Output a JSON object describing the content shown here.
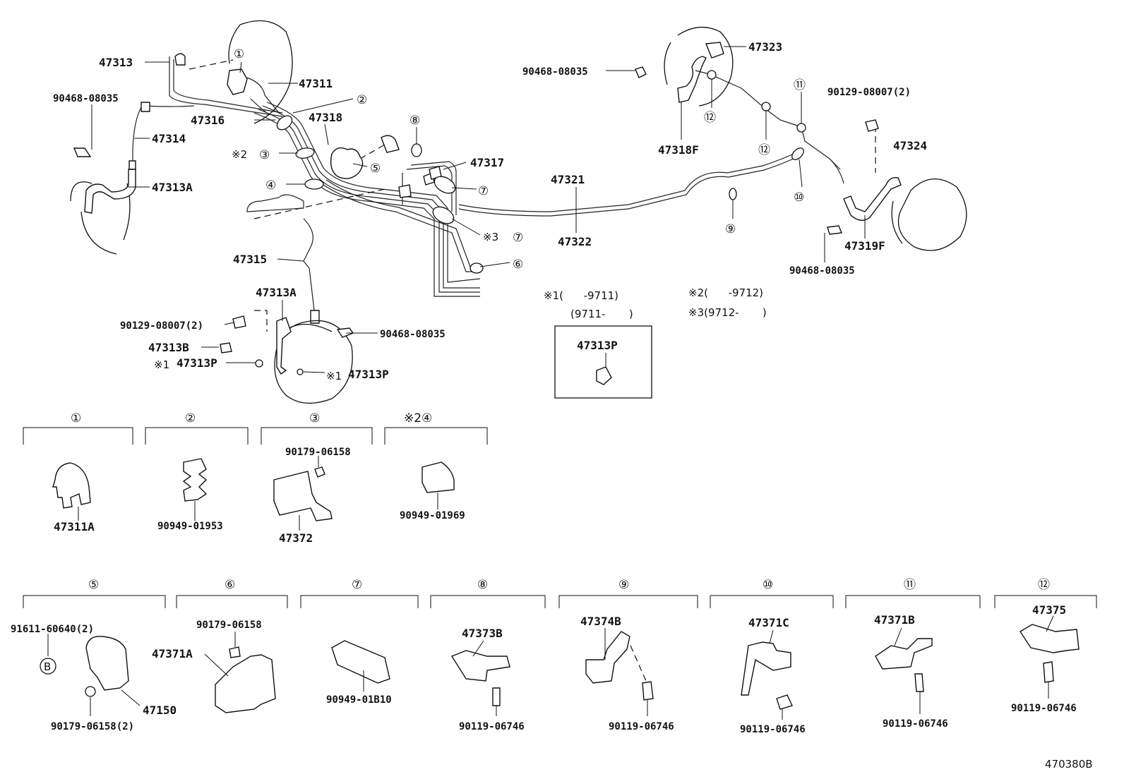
{
  "diagram_id": "470380B",
  "labels": {
    "p47313": "47313",
    "p47311": "47311",
    "p90468_a": "90468-08035",
    "p47316": "47316",
    "p47318": "47318",
    "p47314": "47314",
    "p47313A_top": "47313A",
    "p47317": "47317",
    "p47315": "47315",
    "p47313A_bot": "47313A",
    "p90129_a": "90129-08007(2)",
    "p90468_b": "90468-08035",
    "p47313B": "47313B",
    "p47313P_a": "47313P",
    "p47313P_b": "47313P",
    "p90468_c": "90468-08035",
    "p47323": "47323",
    "p47318F": "47318F",
    "p90129_b": "90129-08007(2)",
    "p47324": "47324",
    "p47321": "47321",
    "p47322": "47322",
    "p47319F": "47319F",
    "p90468_d": "90468-08035",
    "p47313P_box": "47313P",
    "p47311A": "47311A",
    "p90949_01953": "90949-01953",
    "p90179_a": "90179-06158",
    "p47372": "47372",
    "p90949_01969": "90949-01969",
    "p91611": "91611-60640(2)",
    "p47150": "47150",
    "p90179_b": "90179-06158(2)",
    "p90179_c": "90179-06158",
    "p47371A": "47371A",
    "p90949_01B10": "90949-01B10",
    "p47373B": "47373B",
    "p90119_a": "90119-06746",
    "p47374B": "47374B",
    "p90119_b": "90119-06746",
    "p47371C": "47371C",
    "p90119_c": "90119-06746",
    "p47371B": "47371B",
    "p90119_d": "90119-06746",
    "p47375": "47375",
    "p90119_e": "90119-06746"
  },
  "circled": {
    "c1": "①",
    "c2": "②",
    "c3": "③",
    "c4": "④",
    "c5": "⑤",
    "c6": "⑥",
    "c7a": "⑦",
    "c7b": "⑦",
    "c8": "⑧",
    "c9": "⑨",
    "c10": "⑩",
    "c11": "⑪",
    "c12a": "⑫",
    "c12b": "⑫",
    "cB": "B"
  },
  "marks": {
    "m2": "※2",
    "m3": "※3",
    "m1a": "※1",
    "m1b": "※1"
  },
  "notes": {
    "n1a": "※1(      -9711)",
    "n1b": "(9711-       )",
    "n2": "※2(      -9712)",
    "n3": "※3(9712-       )"
  },
  "groups": {
    "g1": "①",
    "g2": "②",
    "g3": "③",
    "g4": "※2④",
    "g5": "⑤",
    "g6": "⑥",
    "g7": "⑦",
    "g8": "⑧",
    "g9": "⑨",
    "g10": "⑩",
    "g11": "⑪",
    "g12": "⑫"
  }
}
